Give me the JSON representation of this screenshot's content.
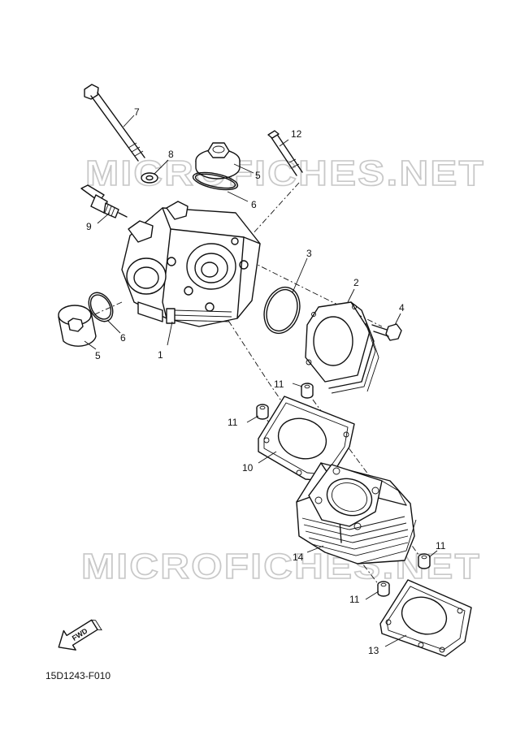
{
  "watermark": "MICROFICHES.NET",
  "diagram_code": "15D1243-F010",
  "fwd_label": "FWD",
  "callouts": [
    {
      "id": "c1",
      "label": "1"
    },
    {
      "id": "c2",
      "label": "2"
    },
    {
      "id": "c3",
      "label": "3"
    },
    {
      "id": "c4",
      "label": "4"
    },
    {
      "id": "c5a",
      "label": "5"
    },
    {
      "id": "c5b",
      "label": "5"
    },
    {
      "id": "c6a",
      "label": "6"
    },
    {
      "id": "c6b",
      "label": "6"
    },
    {
      "id": "c7",
      "label": "7"
    },
    {
      "id": "c8",
      "label": "8"
    },
    {
      "id": "c9",
      "label": "9"
    },
    {
      "id": "c10",
      "label": "10"
    },
    {
      "id": "c11a",
      "label": "11"
    },
    {
      "id": "c11b",
      "label": "11"
    },
    {
      "id": "c11c",
      "label": "11"
    },
    {
      "id": "c11d",
      "label": "11"
    },
    {
      "id": "c12",
      "label": "12"
    },
    {
      "id": "c13",
      "label": "13"
    },
    {
      "id": "c14",
      "label": "14"
    }
  ]
}
